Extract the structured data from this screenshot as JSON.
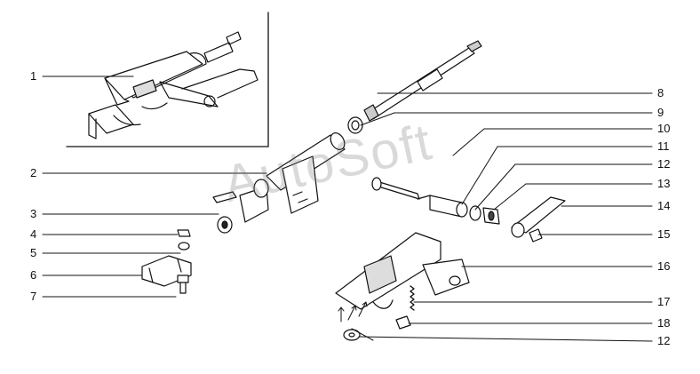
{
  "watermark": "AutoSoft",
  "callouts_left": [
    "1",
    "2",
    "3",
    "4",
    "5",
    "6",
    "7"
  ],
  "callouts_right": [
    "8",
    "9",
    "10",
    "11",
    "12",
    "13",
    "14",
    "15",
    "16",
    "17",
    "18",
    "12"
  ]
}
